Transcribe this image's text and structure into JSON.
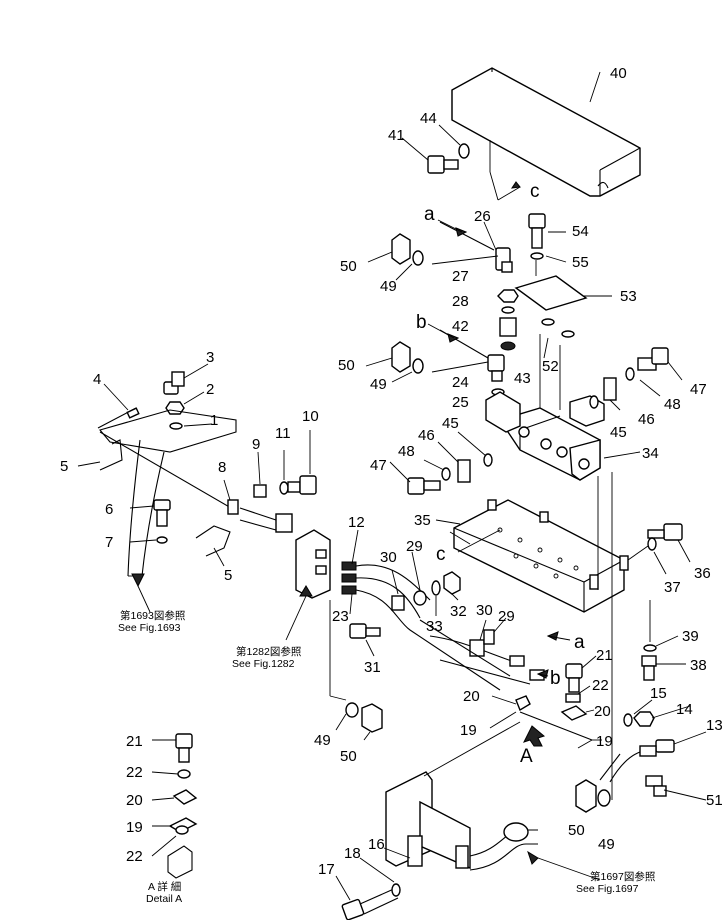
{
  "callouts": {
    "c1": "1",
    "c2": "2",
    "c3": "3",
    "c4": "4",
    "c5a": "5",
    "c5b": "5",
    "c6": "6",
    "c7": "7",
    "c8": "8",
    "c9": "9",
    "c10": "10",
    "c11": "11",
    "c12": "12",
    "c13": "13",
    "c14": "14",
    "c15": "15",
    "c16": "16",
    "c17": "17",
    "c18": "18",
    "c19a": "19",
    "c19b": "19",
    "c19c": "19",
    "c20a": "20",
    "c20b": "20",
    "c20c": "20",
    "c21a": "21",
    "c21b": "21",
    "c22a": "22",
    "c22b": "22",
    "c22c": "22",
    "c23": "23",
    "c24": "24",
    "c25": "25",
    "c26": "26",
    "c27": "27",
    "c28": "28",
    "c29a": "29",
    "c29b": "29",
    "c30a": "30",
    "c30b": "30",
    "c31": "31",
    "c32": "32",
    "c33": "33",
    "c34": "34",
    "c35": "35",
    "c36": "36",
    "c37": "37",
    "c38": "38",
    "c39": "39",
    "c40": "40",
    "c41": "41",
    "c42": "42",
    "c43": "43",
    "c44": "44",
    "c45a": "45",
    "c45b": "45",
    "c46a": "46",
    "c46b": "46",
    "c47a": "47",
    "c47b": "47",
    "c48a": "48",
    "c48b": "48",
    "c49a": "49",
    "c49b": "49",
    "c49c": "49",
    "c49d": "49",
    "c50a": "50",
    "c50b": "50",
    "c50c": "50",
    "c50d": "50",
    "c51": "51",
    "c52": "52",
    "c53": "53",
    "c54": "54",
    "c55": "55"
  },
  "letters": {
    "a_top": "a",
    "a_right": "a",
    "b_mid": "b",
    "b_right": "b",
    "c_top": "c",
    "c_mid": "c",
    "A_view": "A"
  },
  "references": {
    "fig1693_jp": "第1693図参照",
    "fig1693_en": "See Fig.1693",
    "fig1282_jp": "第1282図参照",
    "fig1282_en": "See Fig.1282",
    "fig1697_jp": "第1697図参照",
    "fig1697_en": "See Fig.1697"
  },
  "detail": {
    "jp": "A 詳 細",
    "en": "Detail A"
  }
}
